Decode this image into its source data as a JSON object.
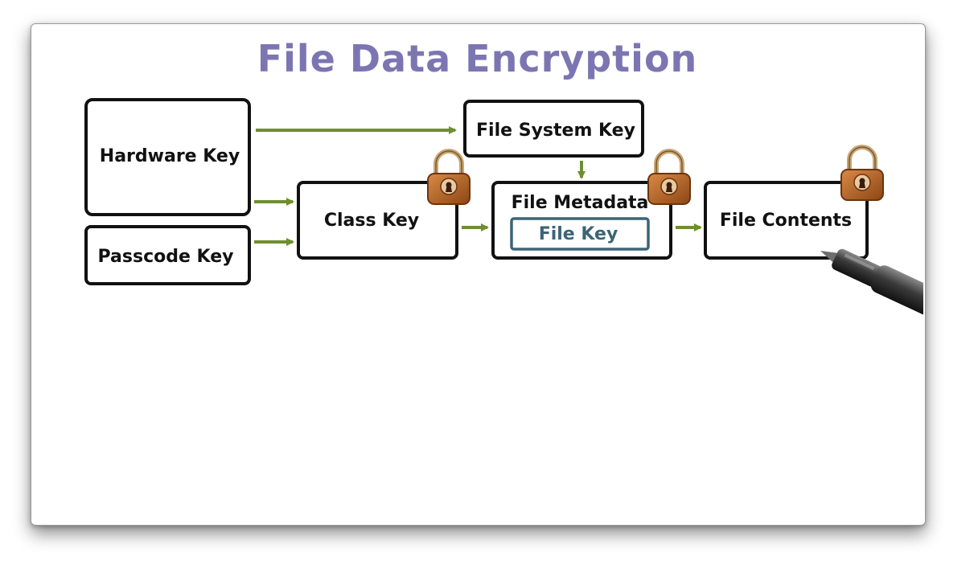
{
  "title": "File Data Encryption",
  "nodes": {
    "hardware_key": "Hardware Key",
    "passcode_key": "Passcode Key",
    "class_key": "Class Key",
    "file_system_key": "File System Key",
    "file_metadata": "File Metadata",
    "file_key": "File Key",
    "file_contents": "File Contents"
  },
  "colors": {
    "title": "#7b76b2",
    "arrow": "#6f8f2f",
    "box_border": "#111111",
    "file_key_border": "#3c6576",
    "lock_body": "#b5642a",
    "lock_shackle": "#c9a675"
  },
  "icons": [
    "lock-icon",
    "lock-icon",
    "lock-icon",
    "pen-icon"
  ]
}
